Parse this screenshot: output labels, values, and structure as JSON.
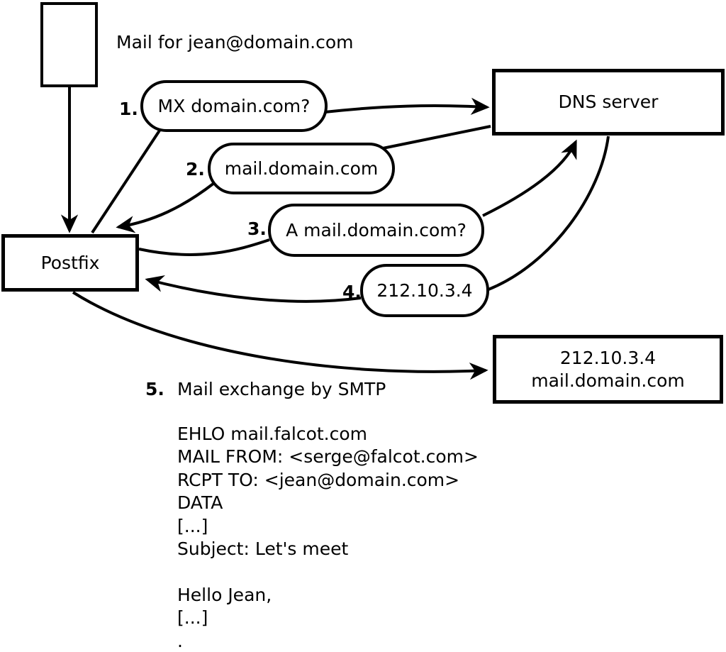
{
  "colors": {
    "ink": "#000000",
    "paper": "#ffffff"
  },
  "envelope_caption": "Mail for jean@domain.com",
  "nodes": {
    "postfix": {
      "label": "Postfix"
    },
    "dns": {
      "label": "DNS server"
    },
    "mailserver": {
      "line1": "212.10.3.4",
      "line2": "mail.domain.com"
    }
  },
  "steps": [
    {
      "number": "1.",
      "label": "MX domain.com?"
    },
    {
      "number": "2.",
      "label": "mail.domain.com"
    },
    {
      "number": "3.",
      "label": "A mail.domain.com?"
    },
    {
      "number": "4.",
      "label": "212.10.3.4"
    },
    {
      "number": "5.",
      "label": "Mail exchange by SMTP"
    }
  ],
  "smtp_session": {
    "lines": [
      "EHLO mail.falcot.com",
      "MAIL FROM: <serge@falcot.com>",
      "RCPT TO: <jean@domain.com>",
      "DATA",
      "[...]",
      "Subject: Let's meet",
      "",
      "Hello Jean,",
      "[...]",
      "."
    ]
  }
}
